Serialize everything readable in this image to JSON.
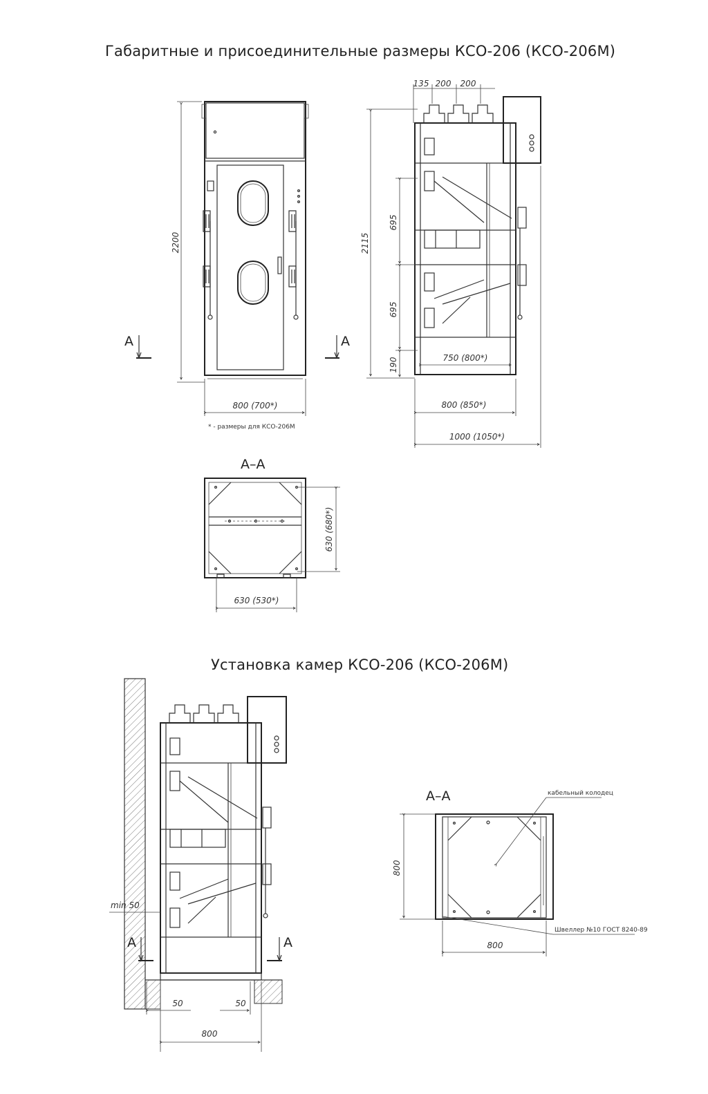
{
  "titles": {
    "dimensions": "Габаритные и присоединительные размеры КСО-206 (КСО-206М)",
    "installation": "Установка камер КСО-206 (КСО-206М)"
  },
  "front_view": {
    "height": "2200",
    "width": "800 (700*)",
    "footnote": "* - размеры для КСО-206М",
    "section_mark": "A"
  },
  "side_view": {
    "top_pitch": [
      "135",
      "200",
      "200"
    ],
    "height": "2115",
    "upper_section": "695",
    "lower_section": "695",
    "bottom_section": "190",
    "inner_width": "750 (800*)",
    "frame_width": "800 (850*)",
    "overall_depth": "1000 (1050*)",
    "section_mark": "A"
  },
  "section_aa": {
    "label": "А–А",
    "depth": "630 (680*)",
    "width": "630 (530*)"
  },
  "installation_view": {
    "wall_gap": "min 50",
    "left_offset": "50",
    "right_offset": "50",
    "width": "800",
    "section_mark": "A"
  },
  "installation_section": {
    "label": "А–А",
    "cable_well": "кабельный колодец",
    "channel": "Швеллер №10 ГОСТ 8240-89",
    "depth": "800",
    "width": "800"
  }
}
